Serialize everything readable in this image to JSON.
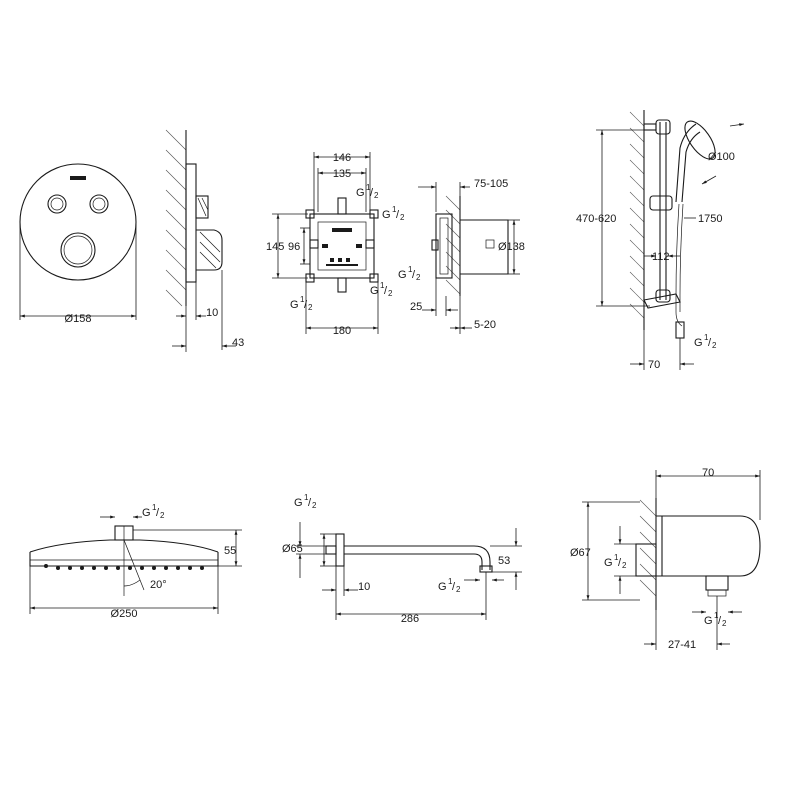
{
  "control_front": {
    "diameter": "Ø158"
  },
  "control_side": {
    "depth_a": "10",
    "depth_b": "43"
  },
  "box_front": {
    "width_outer": "146",
    "width_inner": "135",
    "height_outer": "145",
    "height_inner": "96",
    "width_base": "180",
    "conn_g": "G",
    "conn_frac_num": "1",
    "conn_frac_den": "2"
  },
  "box_side": {
    "depth_range": "75-105",
    "diameter": "Ø138",
    "offset_a": "25",
    "offset_b": "5-20"
  },
  "rail_set": {
    "height_range": "470-620",
    "head_diameter": "Ø100",
    "hose_length": "1750",
    "rail_spacing": "112",
    "wall_offset": "70"
  },
  "head_shower": {
    "diameter": "Ø250",
    "height": "55",
    "angle": "20°"
  },
  "spout": {
    "diameter": "Ø65",
    "length": "286",
    "wall_gap": "10",
    "height": "53"
  },
  "elbow": {
    "width": "70",
    "diameter": "Ø67",
    "depth_range": "27-41"
  }
}
